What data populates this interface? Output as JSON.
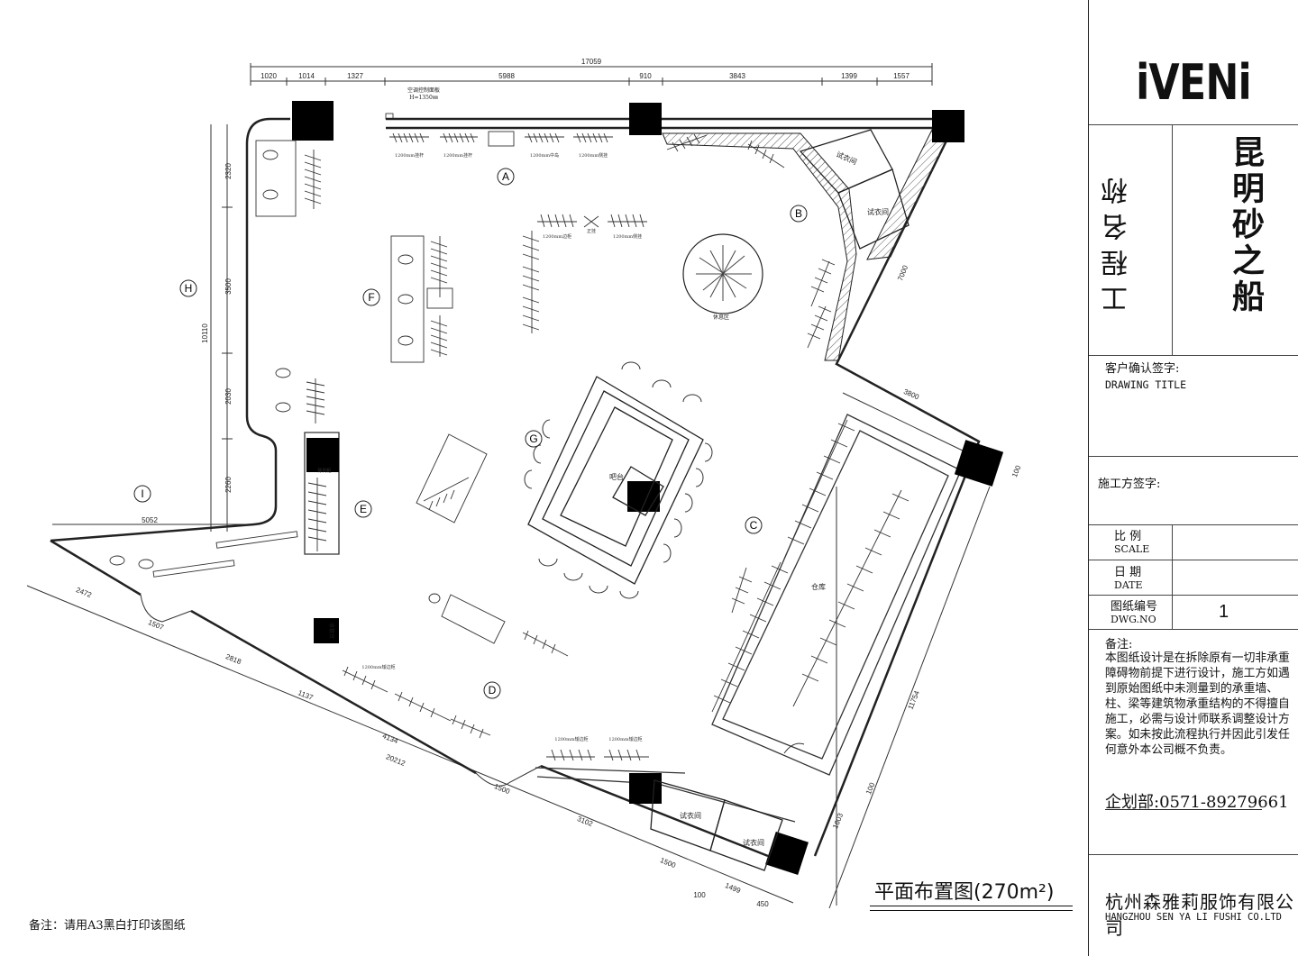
{
  "brand": {
    "logo": "iVENi"
  },
  "title_block": {
    "project_label": "工程名称",
    "project_name": "昆明砂之船",
    "client_sign": "客户确认签字:",
    "drawing_title": "DRAWING  TITLE",
    "builder_sign": "施工方签字:",
    "scale_cn": "比  例",
    "scale_en": "SCALE",
    "date_cn": "日  期",
    "date_en": "DATE",
    "dwg_cn": "图纸编号",
    "dwg_en": "DWG.NO",
    "dwg_value": "1",
    "notes_title": "备注:",
    "notes_text": "本图纸设计是在拆除原有一切非承重障碍物前提下进行设计，施工方如遇到原始图纸中未测量到的承重墙、柱、梁等建筑物承重结构的不得擅自施工，必需与设计师联系调整设计方案。如未按此流程执行并因此引发任何意外本公司概不负责。",
    "phone": "企划部:0571-89279661",
    "company_cn": "杭州森雅莉服饰有限公司",
    "company_en": "HANGZHOU SEN YA LI FUSHI CO.LTD"
  },
  "plan": {
    "title": "平面布置图(270m²)",
    "print_note": "备注：请用A3黑白打印该图纸",
    "dims_top_total": "17059",
    "dims_top": [
      "1020",
      "1014",
      "1327",
      "5988",
      "910",
      "3843",
      "1399",
      "1557"
    ],
    "dims_left_total": "10110",
    "dims_left": [
      "2320",
      "3500",
      "2030",
      "2260"
    ],
    "dim_left_bottom": "5052",
    "dims_bottom": [
      "2472",
      "1507",
      "2818",
      "1137",
      "4134",
      "20212",
      "1500",
      "3102",
      "1500",
      "100",
      "1499",
      "450"
    ],
    "dims_right": [
      "7000",
      "3800",
      "100",
      "11754",
      "100",
      "1603"
    ],
    "zones": [
      "A",
      "B",
      "C",
      "D",
      "E",
      "F",
      "G",
      "H",
      "I"
    ],
    "room_labels": {
      "fitting": "试衣间",
      "bar": "吧台",
      "storage": "仓库",
      "rest": "休息区",
      "cashier": "收银台",
      "ac_panel": "空调控制面板",
      "ac_height": "H=1350㎜"
    },
    "rack_labels": [
      "1200mm挂杆",
      "1200mm中岛",
      "1200mm边柜",
      "1200mm侧挂",
      "正挂",
      "陈列柜",
      "1200mm矮边柜"
    ]
  }
}
